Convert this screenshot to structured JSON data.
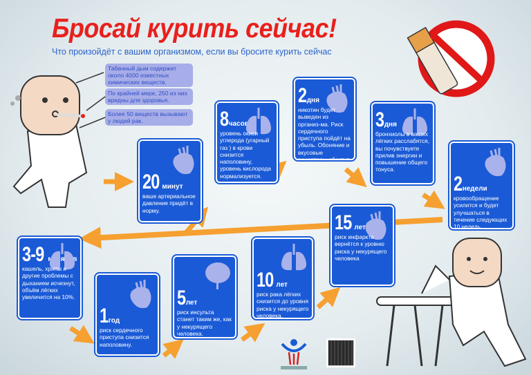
{
  "header": {
    "title": "Бросай курить сейчас!",
    "subtitle": "Что произойдёт с вашим организмом, если вы бросите курить сейчас"
  },
  "facts": [
    "Табачный дым содержит около 4000 известных химических веществ.",
    "По крайней мере, 250 из них вредны для здоровья.",
    "Более 50 веществ вызывают у людей рак."
  ],
  "timeline": [
    {
      "num": "20",
      "unit": "минут",
      "text": "ваше артериальное давление придёт в норму.",
      "icon": "heart-icon"
    },
    {
      "num": "8",
      "unit": "часов",
      "text": "уровень окиси углерода (угарный газ ) в крови снизится наполовину, уровень кислорода нормализуется.",
      "icon": "lungs-icon"
    },
    {
      "num": "2",
      "unit": "дня",
      "text": "никотин будет выведен из организ-ма. Риск сердечного приступа пойдёт на убыль. Обоняние и вкусовые рецепторы обретут нормальную чувствительность.",
      "icon": "heart-icon"
    },
    {
      "num": "3",
      "unit": "дня",
      "text": "бронхиолы в ваших лёгких расслабятся, вы почувствуете прилив энергии и повышение общего тонуса.",
      "icon": "lungs-icon"
    },
    {
      "num": "2",
      "unit": "недели",
      "text": "кровообращение усилится и будет улучшаться в течение следующих 10 недель.",
      "icon": "heart-icon"
    },
    {
      "num": "3-9",
      "unit": "месяцев",
      "text": "кашель, хрипы и другие проблемы с дыханием исчезнут, объём лёгких увеличится на 10%.",
      "icon": "lungs-icon"
    },
    {
      "num": "1",
      "unit": "год",
      "text": "риск сердечного приступа снизится наполовину.",
      "icon": "heart-icon"
    },
    {
      "num": "5",
      "unit": "лет",
      "text": "риск инсульта станет таким же, как у некурящего человека.",
      "icon": "brain-icon"
    },
    {
      "num": "10",
      "unit": "лет",
      "text": "риск рака лёгких снизится до уровня риска у некурящего человека.",
      "icon": "lungs-icon"
    },
    {
      "num": "15",
      "unit": "лет",
      "text": "риск инфаркта вернётся к уровню риска у некурящего человека",
      "icon": "heart-icon"
    }
  ],
  "colors": {
    "title": "#e8201c",
    "card": "#1a5ad6",
    "arrow": "#f5a030",
    "fact": "#a7ade8"
  }
}
